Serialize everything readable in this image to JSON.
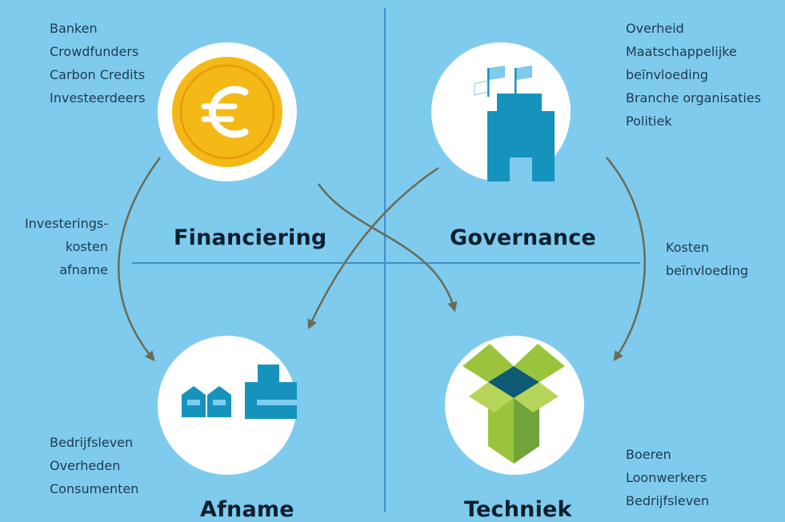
{
  "colors": {
    "background": "#7ecbee",
    "circle": "#ffffff",
    "axis_line": "#3f8fc9",
    "arrow": "#6b6b55",
    "coin": "#f4b916",
    "building": "#1593bd",
    "box_green": "#9ac43c",
    "box_teal": "#0e5a73"
  },
  "nodes": {
    "financiering": {
      "title": "Financiering",
      "icon": "euro-coin-icon",
      "items": [
        "Banken",
        "Crowdfunders",
        "Carbon Credits",
        "Investeerdeers"
      ]
    },
    "governance": {
      "title": "Governance",
      "icon": "government-building-icon",
      "items": [
        "Overheid",
        "Maatschappelijke",
        "beïnvloeding",
        "Branche organisaties",
        "Politiek"
      ]
    },
    "afname": {
      "title": "Afname",
      "icon": "factory-houses-icon",
      "items": [
        "Bedrijfsleven",
        "Overheden",
        "Consumenten"
      ]
    },
    "techniek": {
      "title": "Techniek",
      "icon": "open-box-icon",
      "items": [
        "Boeren",
        "Loonwerkers",
        "Bedrijfsleven"
      ]
    }
  },
  "edge_labels": {
    "left": [
      "Investerings-",
      "kosten",
      "afname"
    ],
    "right": [
      "Kosten",
      "beïnvloeding"
    ]
  }
}
